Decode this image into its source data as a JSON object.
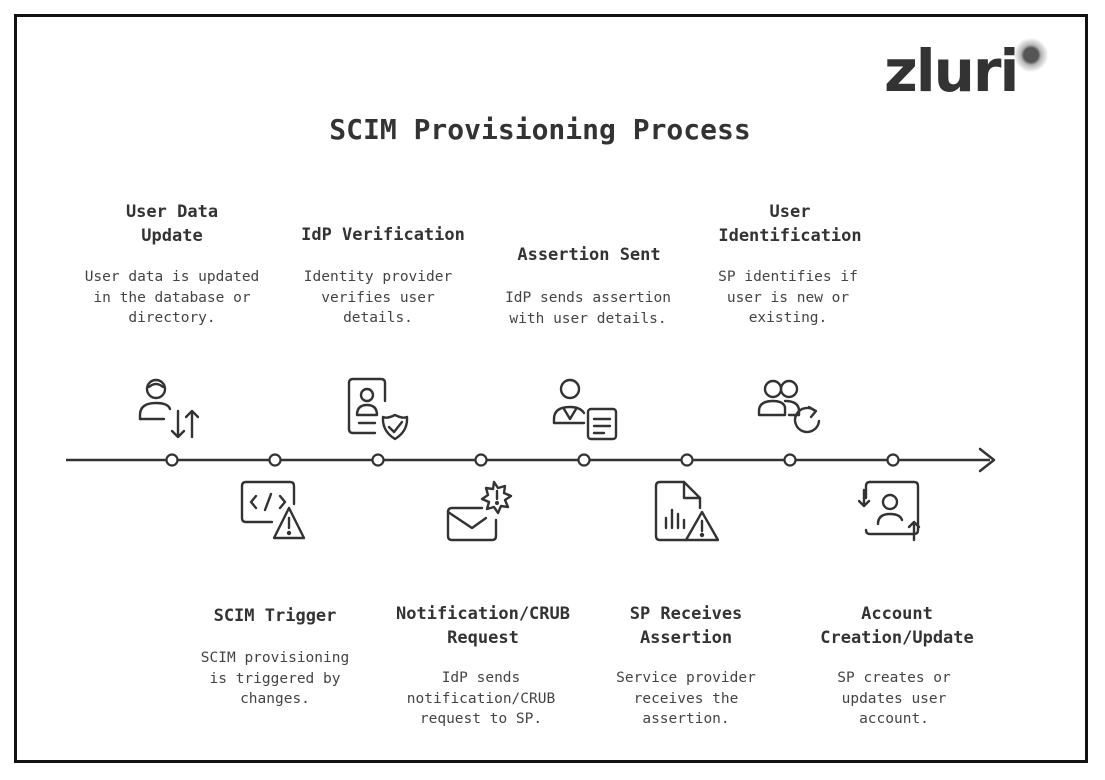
{
  "logo": "zluri",
  "title": "SCIM Provisioning Process",
  "steps": [
    {
      "heading": "User Data Update",
      "desc": "User data is updated in the database or directory.",
      "icon": "user-transfer-icon"
    },
    {
      "heading": "SCIM Trigger",
      "desc": "SCIM provisioning is triggered by changes.",
      "icon": "code-warning-icon"
    },
    {
      "heading": "IdP Verification",
      "desc": "Identity provider verifies user details.",
      "icon": "id-badge-check-icon"
    },
    {
      "heading": "Notification/CRUB Request",
      "desc": "IdP sends notification/CRUB request to SP.",
      "icon": "mail-alert-icon"
    },
    {
      "heading": "Assertion Sent",
      "desc": "IdP sends assertion with user details.",
      "icon": "user-document-icon"
    },
    {
      "heading": "SP Receives Assertion",
      "desc": "Service provider receives the assertion.",
      "icon": "report-warning-icon"
    },
    {
      "heading": "User Identification",
      "desc": "SP identifies if user is new or existing.",
      "icon": "users-refresh-icon"
    },
    {
      "heading": "Account Creation/Update",
      "desc": "SP creates or updates user account.",
      "icon": "account-upload-icon"
    }
  ]
}
